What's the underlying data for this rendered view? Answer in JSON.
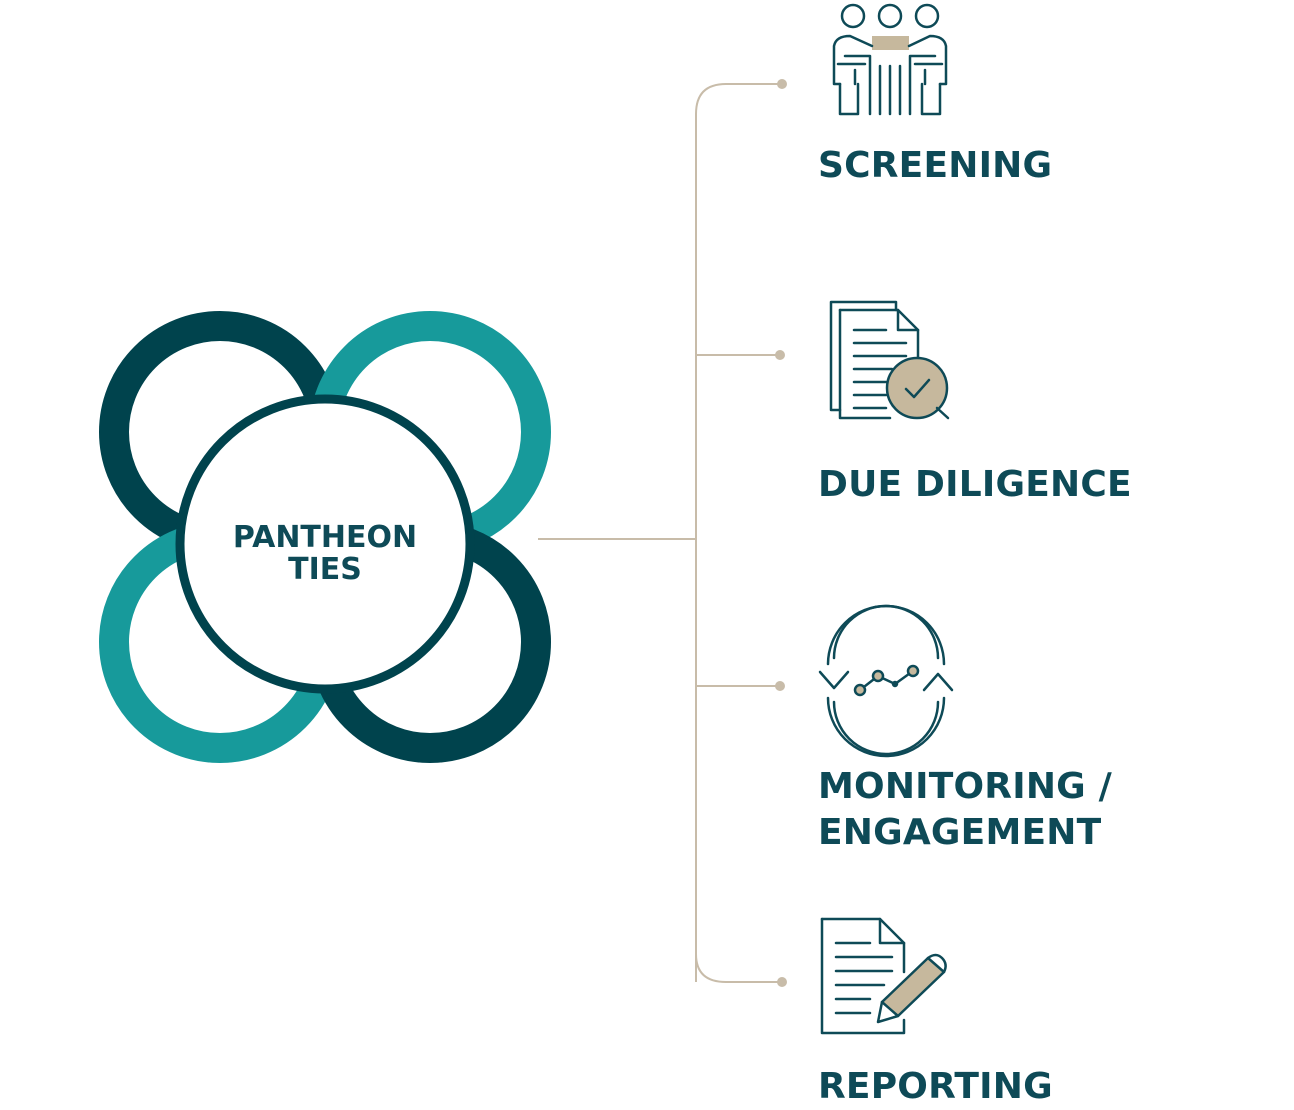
{
  "colors": {
    "dark_teal": "#00434d",
    "teal": "#179a9b",
    "text": "#0e4a57",
    "connector": "#c8bca9",
    "icon_fill": "#c6b89d"
  },
  "center": {
    "line1": "PANTHEON",
    "line2": "TIES"
  },
  "steps": [
    {
      "icon": "meeting-people-icon",
      "lines": [
        "SCREENING"
      ]
    },
    {
      "icon": "document-check-icon",
      "lines": [
        "DUE DILIGENCE"
      ]
    },
    {
      "icon": "cycle-chart-icon",
      "lines": [
        "MONITORING /",
        "ENGAGEMENT"
      ]
    },
    {
      "icon": "document-pen-icon",
      "lines": [
        "REPORTING"
      ]
    }
  ]
}
